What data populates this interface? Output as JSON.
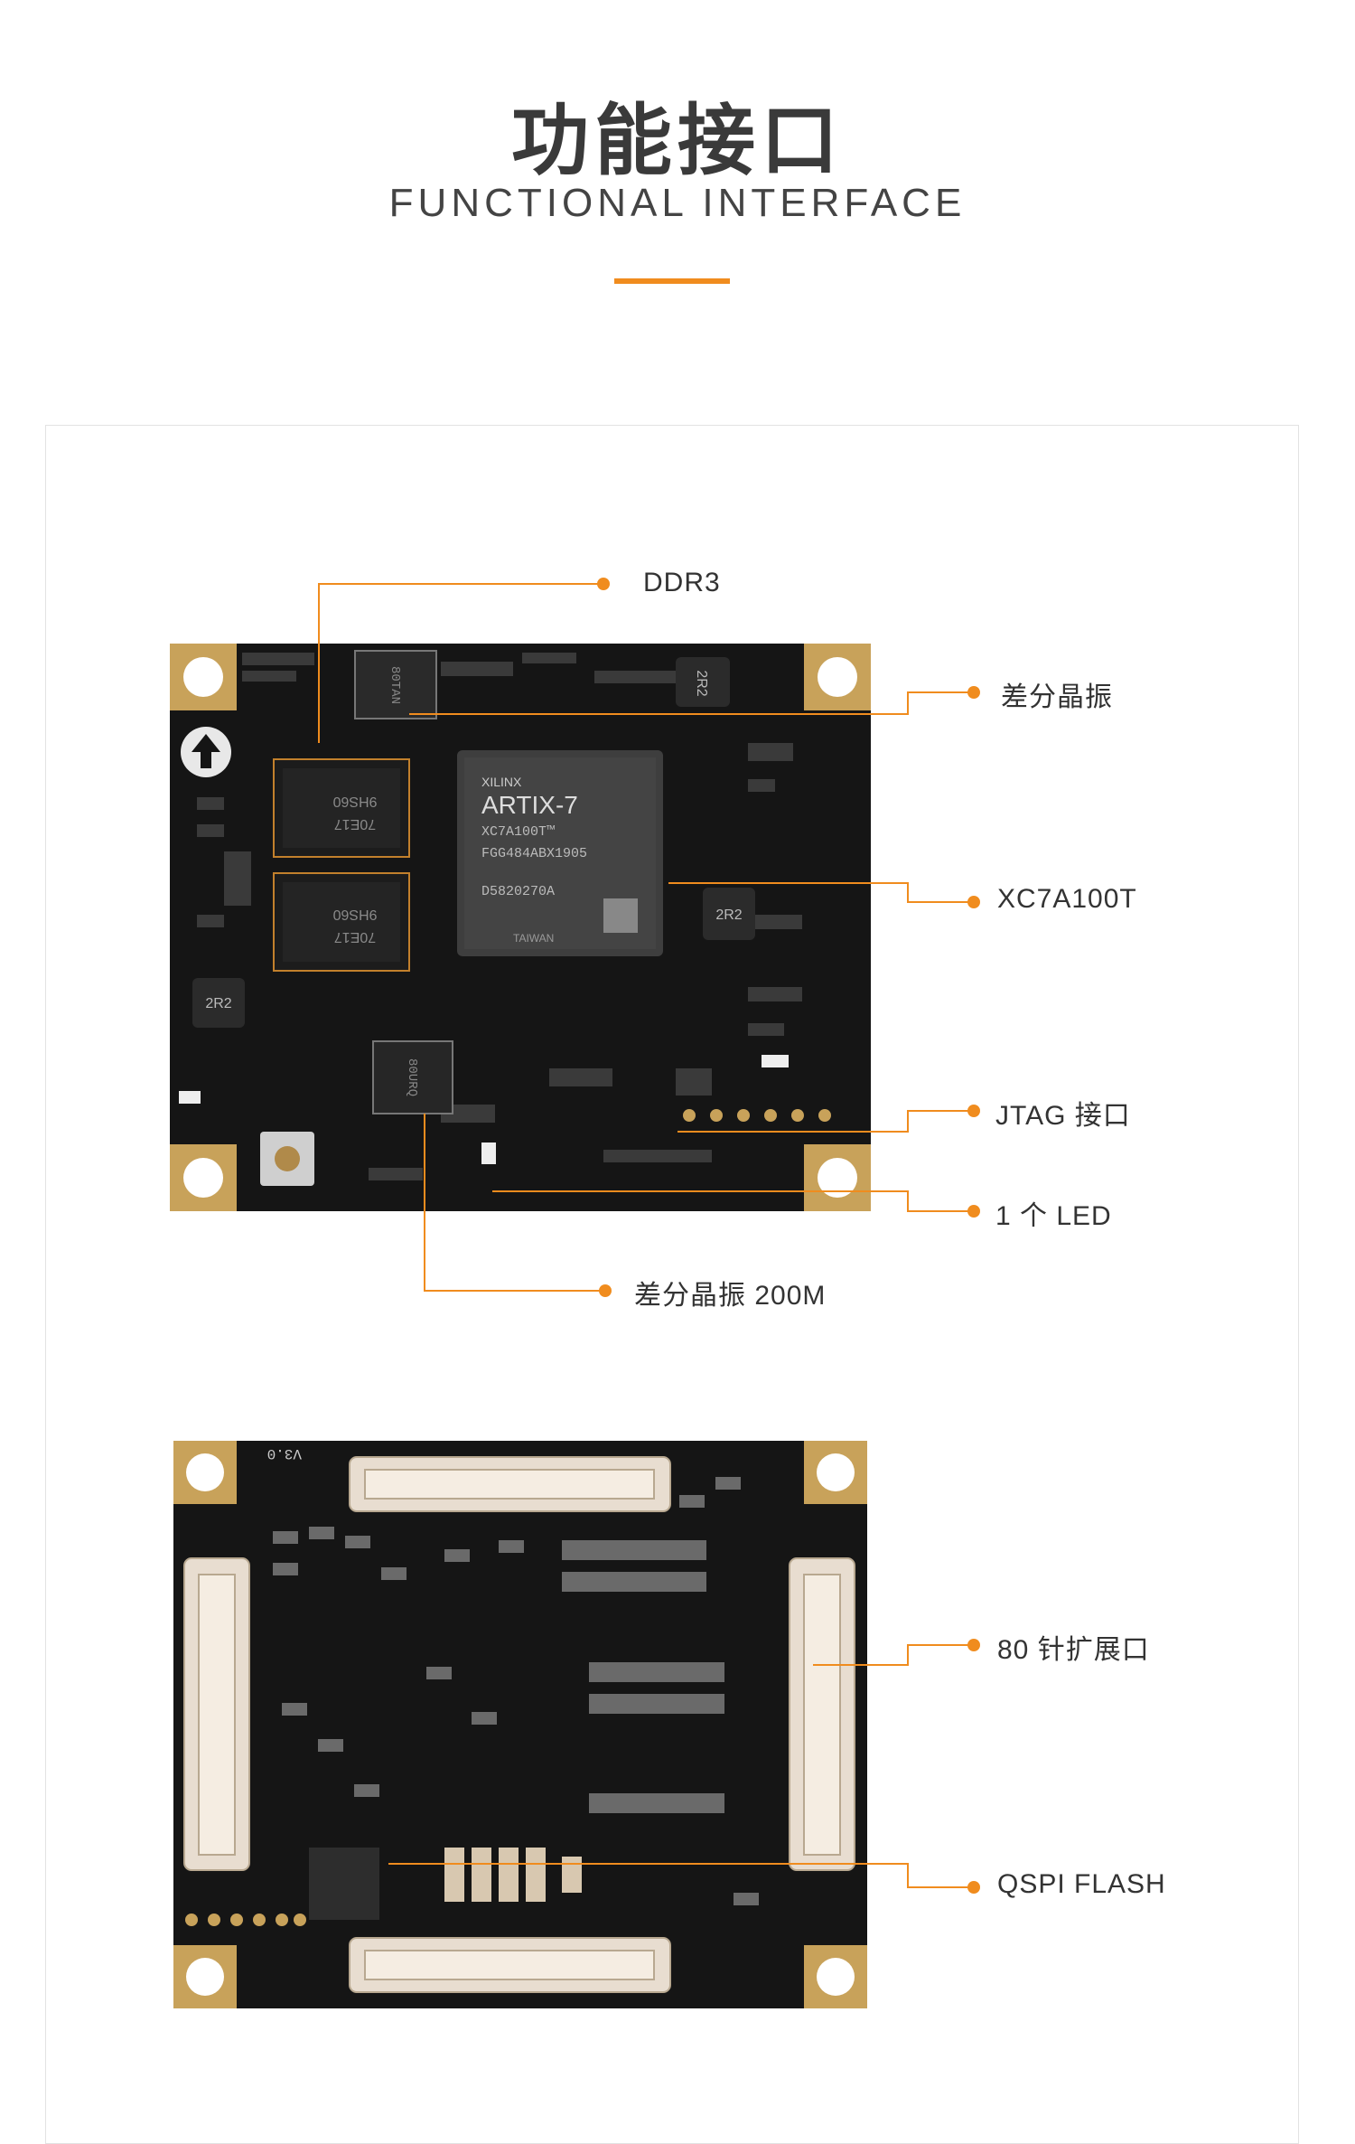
{
  "header": {
    "title_cn": "功能接口",
    "title_en": "FUNCTIONAL INTERFACE"
  },
  "colors": {
    "accent": "#f08c1e",
    "pcb": "#141414",
    "gold": "#c8a25a"
  },
  "front_board": {
    "chip_text": [
      "XILINX",
      "ARTIX-7",
      "XC7A100T™",
      "FGG484ABX1905",
      "D5820270A",
      "TAIWAN"
    ],
    "ram_text": [
      "9HS60",
      "70E17"
    ],
    "inductor_text": "2R2",
    "osc_text_1": "80TAN",
    "osc_text_2": "80URQ"
  },
  "back_board": {
    "version_text": "V3.0"
  },
  "callouts": [
    {
      "id": "ddr3",
      "label": "DDR3"
    },
    {
      "id": "diff-osc",
      "label": "差分晶振"
    },
    {
      "id": "xc7a100t",
      "label": "XC7A100T"
    },
    {
      "id": "jtag",
      "label": "JTAG 接口"
    },
    {
      "id": "led",
      "label": "1 个 LED"
    },
    {
      "id": "diff-osc-200m",
      "label": "差分晶振 200M"
    },
    {
      "id": "expansion",
      "label": "80 针扩展口"
    },
    {
      "id": "qspi",
      "label": "QSPI FLASH"
    }
  ]
}
